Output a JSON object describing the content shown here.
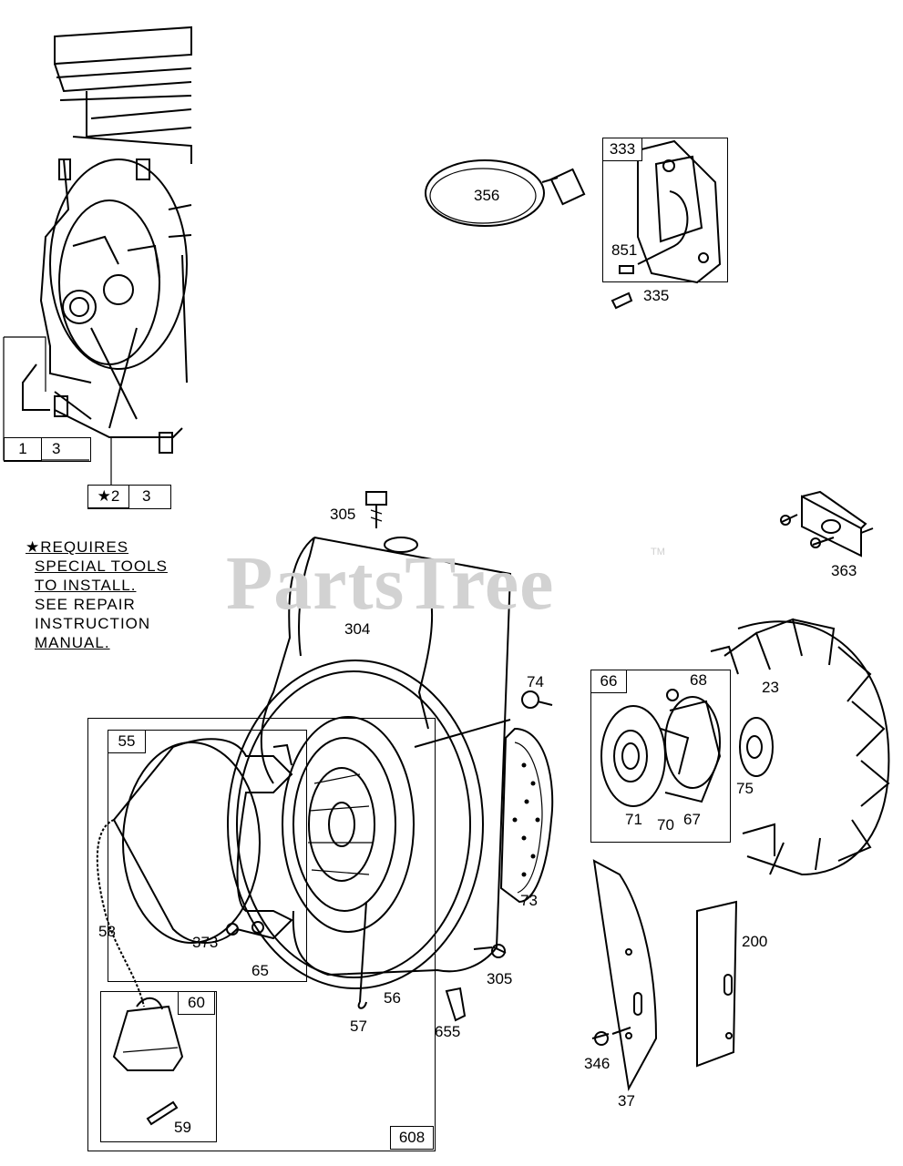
{
  "watermark": {
    "text": "PartsTree",
    "tm": "TM"
  },
  "note": {
    "lines": [
      "★REQUIRES",
      "SPECIAL TOOLS",
      "TO INSTALL.",
      "SEE REPAIR",
      "INSTRUCTION",
      "MANUAL."
    ]
  },
  "callouts": {
    "c333": "333",
    "c356": "356",
    "c851": "851",
    "c335": "335",
    "c1": "1",
    "c3a": "3",
    "c2": "★2",
    "c3b": "3",
    "c305a": "305",
    "c363": "363",
    "c304": "304",
    "c74": "74",
    "c66": "66",
    "c68": "68",
    "c23": "23",
    "c55": "55",
    "c75": "75",
    "c71": "71",
    "c70": "70",
    "c67": "67",
    "c73": "73",
    "c58": "58",
    "c373": "373",
    "c65": "65",
    "c305b": "305",
    "c200": "200",
    "c56": "56",
    "c57": "57",
    "c655": "655",
    "c60": "60",
    "c346": "346",
    "c37": "37",
    "c59": "59",
    "c608": "608"
  }
}
